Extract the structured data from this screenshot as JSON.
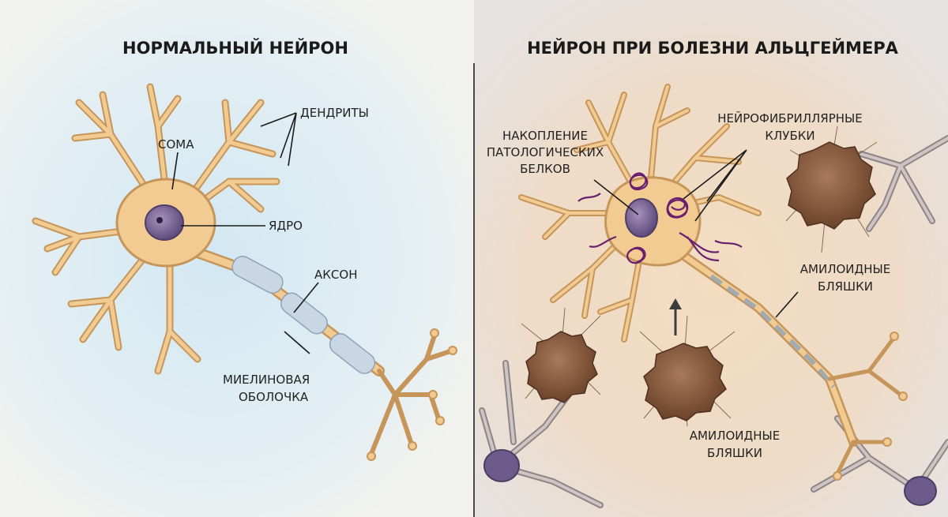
{
  "left_panel": {
    "title": "НОРМАЛЬНЫЙ НЕЙРОН",
    "labels": {
      "dendrites": "ДЕНДРИТЫ",
      "soma": "СОМА",
      "nucleus": "ЯДРО",
      "axon": "АКСОН",
      "myelin_line1": "МИЕЛИНОВАЯ",
      "myelin_line2": "ОБОЛОЧКА"
    }
  },
  "right_panel": {
    "title": "НЕЙРОН ПРИ БОЛЕЗНИ АЛЬЦГЕЙМЕРА",
    "labels": {
      "protein_line1": "НАКОПЛЕНИЕ",
      "protein_line2": "ПАТОЛОГИЧЕСКИХ",
      "protein_line3": "БЕЛКОВ",
      "tangles_line1": "НЕЙРОФИБРИЛЛЯРНЫЕ",
      "tangles_line2": "КЛУБКИ",
      "plaques_right_line1": "АМИЛОИДНЫЕ",
      "plaques_right_line2": "БЛЯШКИ",
      "plaques_bottom_line1": "АМИЛОИДНЫЕ",
      "plaques_bottom_line2": "БЛЯШКИ"
    }
  },
  "colors": {
    "neuron_fill": "#f1cb92",
    "neuron_outline": "#c6955a",
    "nucleus": "#7a6394",
    "myelin": "#c9d6e4",
    "tangle": "#6a1f6e",
    "plaque": "#7e5638",
    "left_background": "#dcecf4",
    "right_background": "#f0d6b6"
  }
}
